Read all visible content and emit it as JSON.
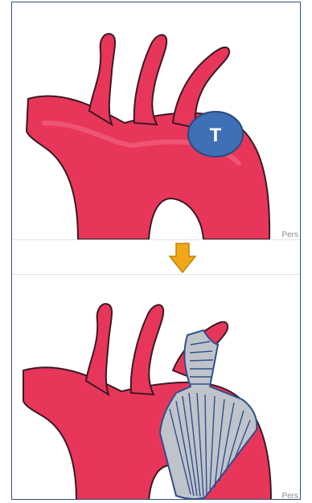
{
  "figure": {
    "top_panel": {
      "tumor_label": "T",
      "watermark": "Pers"
    },
    "bottom_panel": {
      "watermark": "Pers"
    },
    "arrow": {
      "direction": "down",
      "icon": "down-arrow-icon"
    }
  },
  "colors": {
    "vessel": "#e8365a",
    "vessel_outline": "#3a1a24",
    "tumor": "#3f6fb5",
    "tumor_outline": "#2a4a80",
    "graft": "#bfc4ca",
    "graft_lines": "#2f4f8f",
    "arrow": "#f0a818",
    "arrow_outline": "#c0820a",
    "border": "#2f4f7f"
  }
}
